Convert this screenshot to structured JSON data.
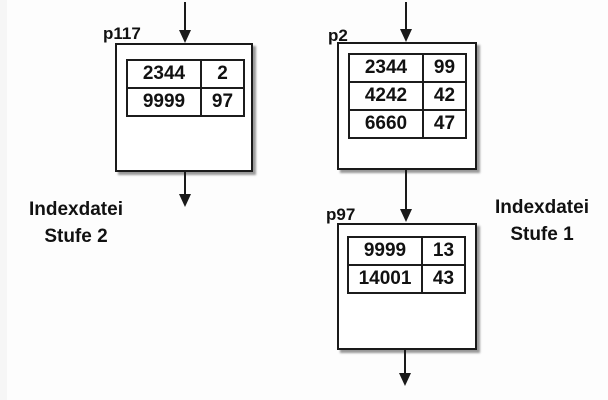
{
  "diagram": {
    "background": "#fdfdfd",
    "line_color": "#1a1a1a",
    "nodes": [
      {
        "id": "p117",
        "label": "p117",
        "rows": [
          [
            "2344",
            "2"
          ],
          [
            "9999",
            "97"
          ]
        ]
      },
      {
        "id": "p2",
        "label": "p2",
        "rows": [
          [
            "2344",
            "99"
          ],
          [
            "4242",
            "42"
          ],
          [
            "6660",
            "47"
          ]
        ]
      },
      {
        "id": "p97",
        "label": "p97",
        "rows": [
          [
            "9999",
            "13"
          ],
          [
            "14001",
            "43"
          ]
        ]
      }
    ],
    "captions": {
      "left": {
        "line1": "Indexdatei",
        "line2": "Stufe 2"
      },
      "right": {
        "line1": "Indexdatei",
        "line2": "Stufe 1"
      }
    }
  }
}
